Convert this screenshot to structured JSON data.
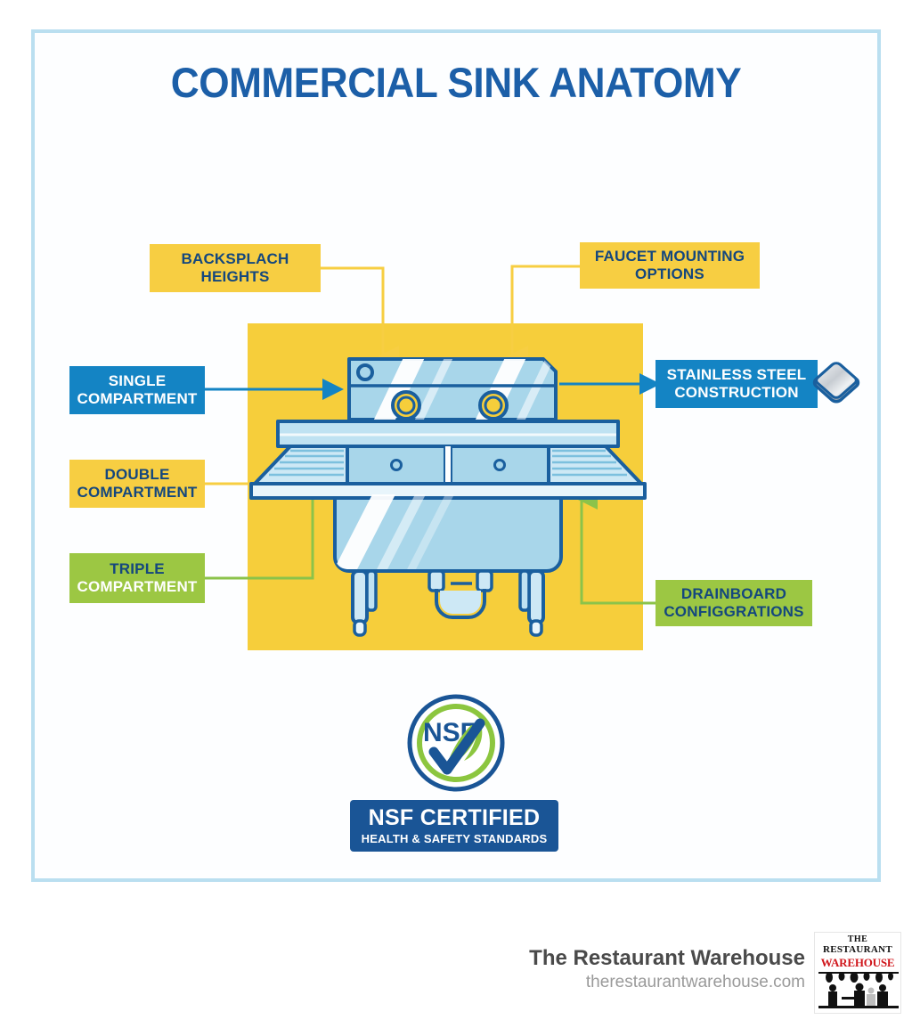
{
  "page": {
    "title": "COMMERCIAL SINK ANATOMY",
    "background_color": "#ffffff",
    "frame_color": "#badff0",
    "panel_color": "#f6ce3b"
  },
  "colors": {
    "title_blue": "#1c5fa8",
    "chip_yellow": "#f7ce42",
    "chip_blue": "#1484c4",
    "chip_green": "#9cc743",
    "text_navy": "#14477e",
    "sink_outline": "#1a5f9e",
    "sink_fill": "#a8d6ea",
    "nsf_navy": "#1a5596",
    "nsf_green": "#8cc63f"
  },
  "labels": [
    {
      "id": "backsplash",
      "line1": "BACKSPLACH",
      "line2": "HEIGHTS",
      "style": "yellow"
    },
    {
      "id": "faucet",
      "line1": "FAUCET MOUNTING",
      "line2": "OPTIONS",
      "style": "yellow"
    },
    {
      "id": "single",
      "line1": "SINGLE",
      "line2": "COMPARTMENT",
      "style": "blue"
    },
    {
      "id": "stainless",
      "line1": "STAINLESS STEEL",
      "line2": "CONSTRUCTION",
      "style": "blue"
    },
    {
      "id": "double",
      "line1": "DOUBLE",
      "line2": "COMPARTMENT",
      "style": "yellow"
    },
    {
      "id": "triple",
      "line1": "TRIPLE",
      "line2": "COMPARTMENT",
      "style": "green"
    },
    {
      "id": "drainboard",
      "line1": "DRAINBOARD",
      "line2": "CONFIGGRATIONS",
      "style": "green"
    }
  ],
  "icons": {
    "stainless_steel": "metallic-cube-icon",
    "nsf_seal": "nsf-seal-icon"
  },
  "nsf": {
    "seal_text": "NSF",
    "plate_line1": "NSF CERTIFIED",
    "plate_line2": "HEALTH & SAFETY STANDARDS"
  },
  "footer": {
    "brand": "The Restaurant Warehouse",
    "url": "therestaurantwarehouse.com",
    "logo_line1": "THE",
    "logo_line2": "RESTAURANT",
    "logo_line3": "WAREHOUSE"
  }
}
